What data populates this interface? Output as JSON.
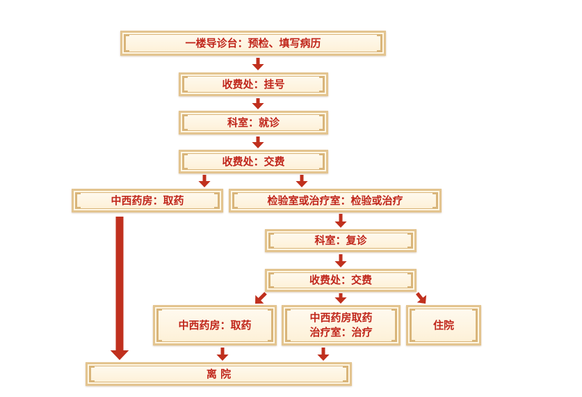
{
  "nodes": {
    "reception": "一楼导诊台：预检、填写病历",
    "register": "收费处：挂号",
    "consult": "科室：就诊",
    "pay1": "收费处：交费",
    "pharmacy1": "中西药房：取药",
    "lab": "检验室或治疗室：检验或治疗",
    "revisit": "科室：复诊",
    "pay2": "收费处：交费",
    "pharmacy2": "中西药房：取药",
    "combo": "中西药房取药\n治疗室：治疗",
    "inpatient": "住院",
    "leave": "离  院"
  },
  "colors": {
    "arrow": "#c0301e",
    "text": "#c0261b",
    "frame": "#e3c48f",
    "fill": "#fdf0d6"
  }
}
